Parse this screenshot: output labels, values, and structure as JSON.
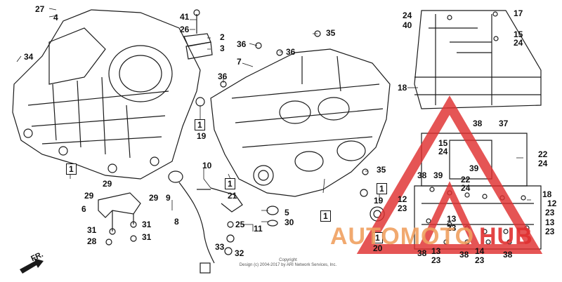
{
  "diagram": {
    "callouts": {
      "c27": "27",
      "c4": "4",
      "c34": "34",
      "c1a": "1",
      "c29a": "29",
      "c29b": "29",
      "c29c": "29",
      "c6": "6",
      "c31a": "31",
      "c31b": "31",
      "c31c": "31",
      "c28": "28",
      "c41": "41",
      "c26": "26",
      "c2": "2",
      "c3": "3",
      "c36a": "36",
      "c36b": "36",
      "c36c": "36",
      "c7": "7",
      "c35a": "35",
      "c35b": "35",
      "c19a": "19",
      "c10": "10",
      "c9": "9",
      "c8": "8",
      "c21": "21",
      "c5": "5",
      "c30": "30",
      "c25": "25",
      "c11": "11",
      "c33": "33",
      "c32": "32",
      "c1b": "1",
      "c1c": "1",
      "c19b": "19",
      "c20": "20",
      "c24a": "24",
      "c40": "40",
      "c17": "17",
      "c15a": "15",
      "c24b": "24",
      "c18a": "18",
      "c38a": "38",
      "c37": "37",
      "c15b": "15",
      "c24c": "24",
      "c22a": "22",
      "c24d": "24",
      "c38b": "38",
      "c39": "39",
      "c22b": "22",
      "c24e": "24",
      "c39b": "39",
      "c18b": "18",
      "c12a": "12",
      "c23a": "23",
      "c12b": "12",
      "c23b": "23",
      "c13a": "13",
      "c23c": "23",
      "c38c": "38",
      "c13b": "13",
      "c23d": "23",
      "c38d": "38",
      "c14": "14",
      "c23e": "23",
      "c38e": "38",
      "c13c": "13",
      "c23f": "23"
    },
    "fr_label": "FR.",
    "copyright_line1": "Copyright",
    "copyright_line2": "Design (c) 2004-2017 by ARI Network Services, Inc.",
    "watermark": {
      "text_a": "AUTOMOTO",
      "text_b": "HUB",
      "color": "#e03030",
      "secondary_color": "#f0a060"
    }
  }
}
